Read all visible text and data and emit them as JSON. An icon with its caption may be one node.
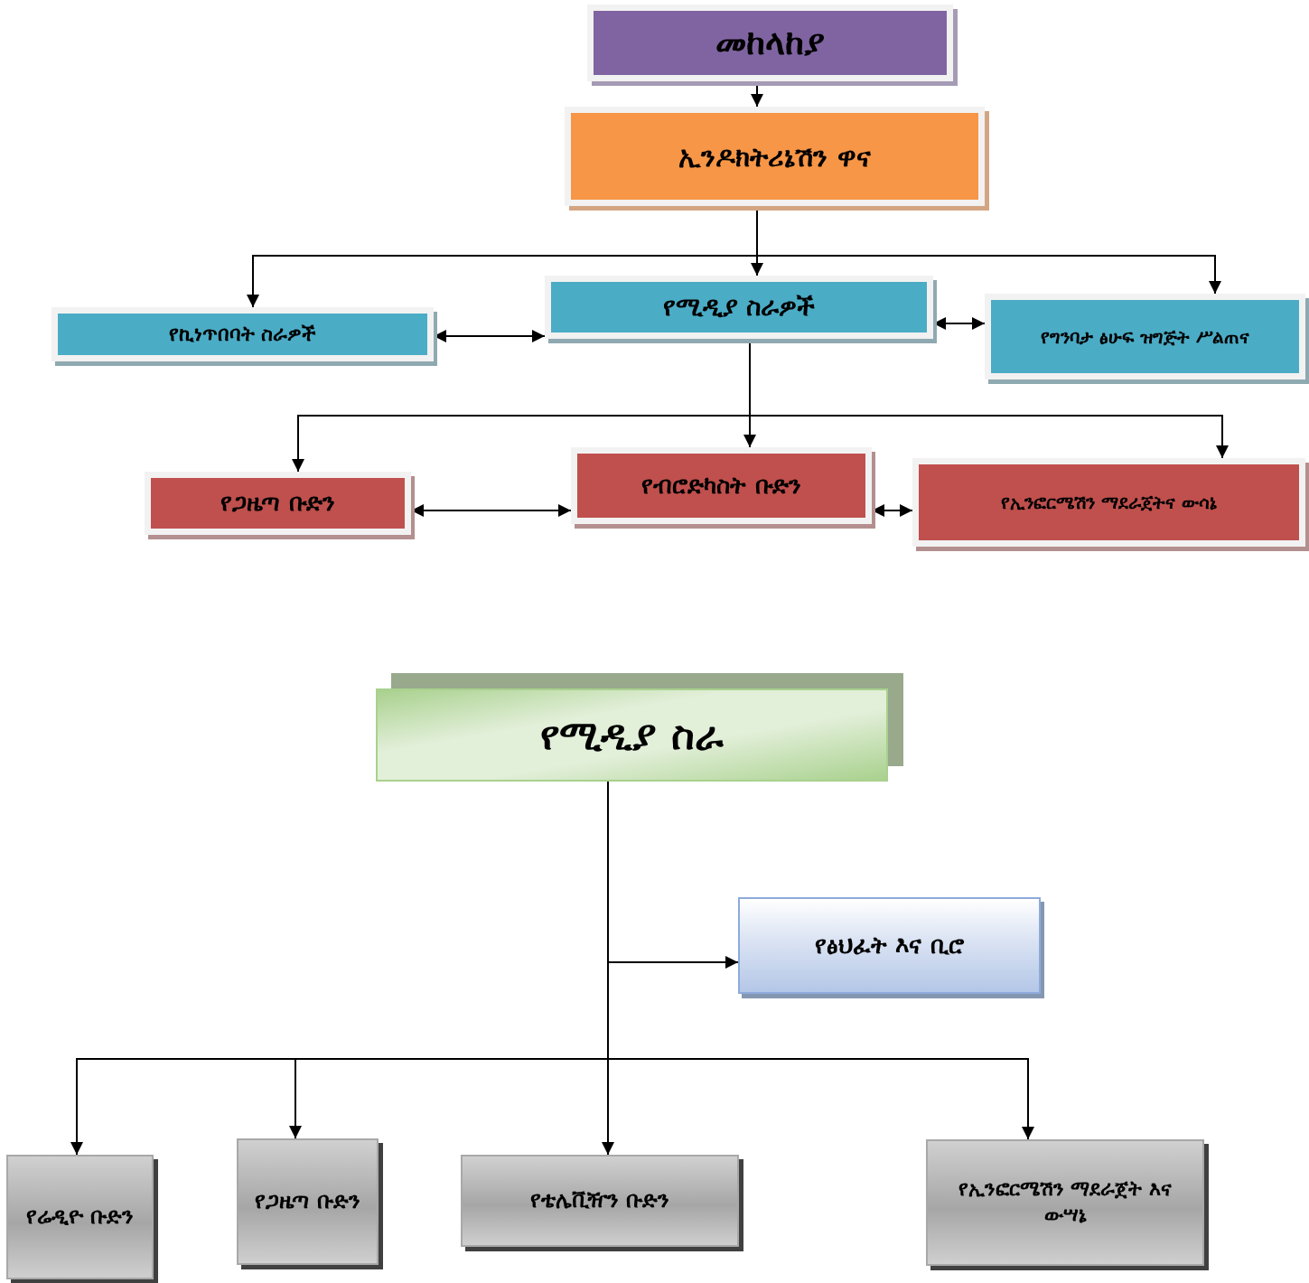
{
  "diagram": {
    "nodes": [
      {
        "text": [
          "መከላከያ"
        ]
      },
      {
        "text": [
          "ኢንዶክትሪኔሽን ዋና"
        ]
      },
      {
        "text": [
          "የኪነጥበባት ስራዎች"
        ]
      },
      {
        "text": [
          "የሚዲያ ስራዎች"
        ]
      },
      {
        "text": [
          "የግንባታ ፅሁፍ ዝግጅት ሥልጠና"
        ]
      },
      {
        "text": [
          "የጋዜጣ ቡድን"
        ]
      },
      {
        "text": [
          "የብሮድካስት ቡድን"
        ]
      },
      {
        "text": [
          "የኢንፎርሜሽን ማደራጀትና ውሳኔ"
        ]
      },
      {
        "text": [
          "የሚዲያ ስራ"
        ]
      },
      {
        "text": [
          "የፅህፈት እና ቢሮ"
        ]
      },
      {
        "text": [
          "የሬዲዮ ቡድን"
        ]
      },
      {
        "text": [
          "የጋዜጣ ቡድን"
        ]
      },
      {
        "text": [
          "የቴሌቪዥን ቡድን"
        ]
      },
      {
        "text": [
          "የኢንፎርሜሽን ማደራጀት እና ውሣኔ"
        ]
      }
    ],
    "edges": [
      {
        "from": 0,
        "to": 1,
        "arrow": "to"
      },
      {
        "from": 1,
        "to": 2,
        "arrow": "to"
      },
      {
        "from": 1,
        "to": 3,
        "arrow": "to"
      },
      {
        "from": 1,
        "to": 4,
        "arrow": "to"
      },
      {
        "from": 2,
        "to": 3,
        "arrow": "both"
      },
      {
        "from": 3,
        "to": 4,
        "arrow": "both"
      },
      {
        "from": 3,
        "to": 5,
        "arrow": "to"
      },
      {
        "from": 3,
        "to": 6,
        "arrow": "to"
      },
      {
        "from": 3,
        "to": 7,
        "arrow": "to"
      },
      {
        "from": 5,
        "to": 6,
        "arrow": "both"
      },
      {
        "from": 6,
        "to": 7,
        "arrow": "both"
      },
      {
        "from": 8,
        "to": 9,
        "arrow": "to"
      },
      {
        "from": 8,
        "to": 10,
        "arrow": "to"
      },
      {
        "from": 8,
        "to": 11,
        "arrow": "to"
      },
      {
        "from": 8,
        "to": 12,
        "arrow": "to"
      },
      {
        "from": 8,
        "to": 13,
        "arrow": "to"
      }
    ]
  }
}
